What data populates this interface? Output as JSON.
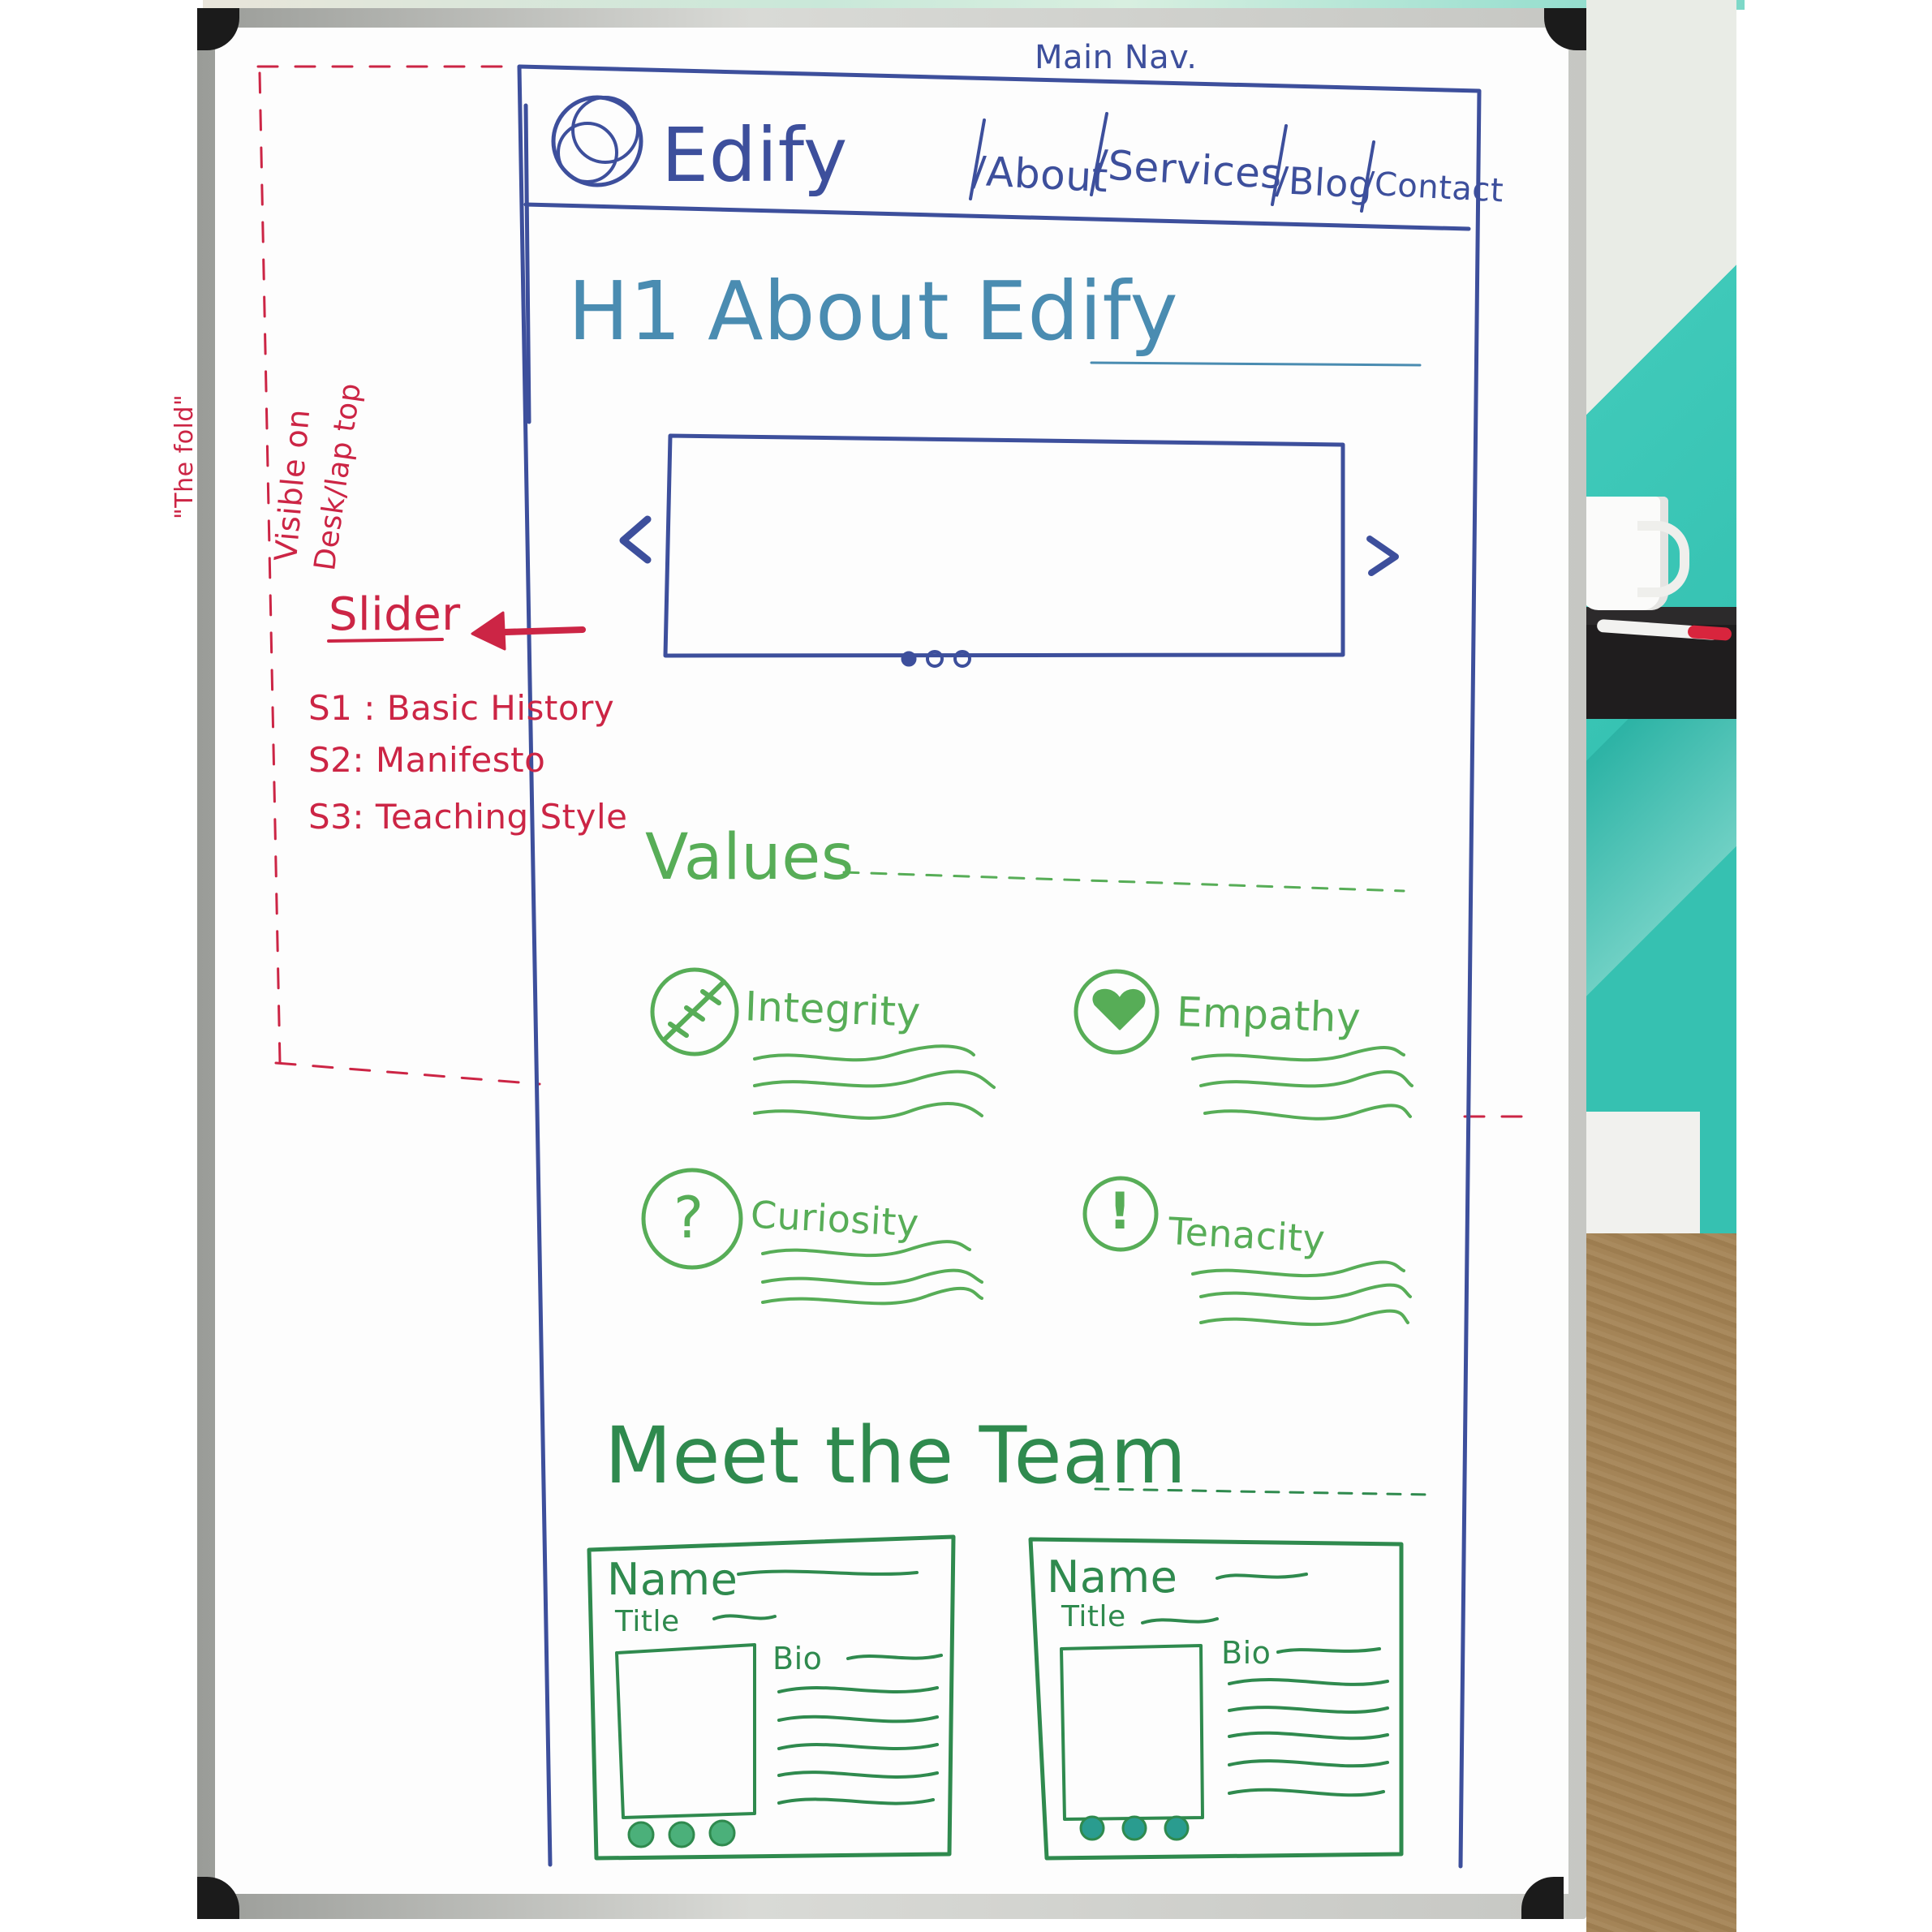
{
  "nav": {
    "annotation": "Main Nav.",
    "brand": "Edify",
    "links": [
      "/About",
      "/Services",
      "/Blog",
      "/Contact"
    ]
  },
  "page": {
    "title": "H1 About Edify"
  },
  "slider": {
    "annotation_title": "Slider",
    "fold_note": [
      "\"The fold\"",
      "Visible on",
      "Desk/lap top"
    ],
    "slides": [
      "S1 : Basic History",
      "S2: Manifesto",
      "S3: Teaching Style"
    ],
    "prev_icon": "chevron-left-icon",
    "next_icon": "chevron-right-icon"
  },
  "values": {
    "heading": "Values",
    "items": [
      {
        "label": "Integrity",
        "icon": "chain-link-icon"
      },
      {
        "label": "Empathy",
        "icon": "heart-hands-icon"
      },
      {
        "label": "Curiosity",
        "icon": "question-mark-icon"
      },
      {
        "label": "Tenacity",
        "icon": "exclamation-icon"
      }
    ]
  },
  "team": {
    "heading": "Meet the Team",
    "cards": [
      {
        "name": "Name",
        "title": "Title",
        "bio": "Bio"
      },
      {
        "name": "Name",
        "title": "Title",
        "bio": "Bio"
      }
    ]
  },
  "colors": {
    "blue_marker": "#3d4f9c",
    "teal_marker": "#4a8cb1",
    "green_marker": "#57ad57",
    "dark_green_marker": "#2f8a4e",
    "red_marker": "#cc2545"
  }
}
